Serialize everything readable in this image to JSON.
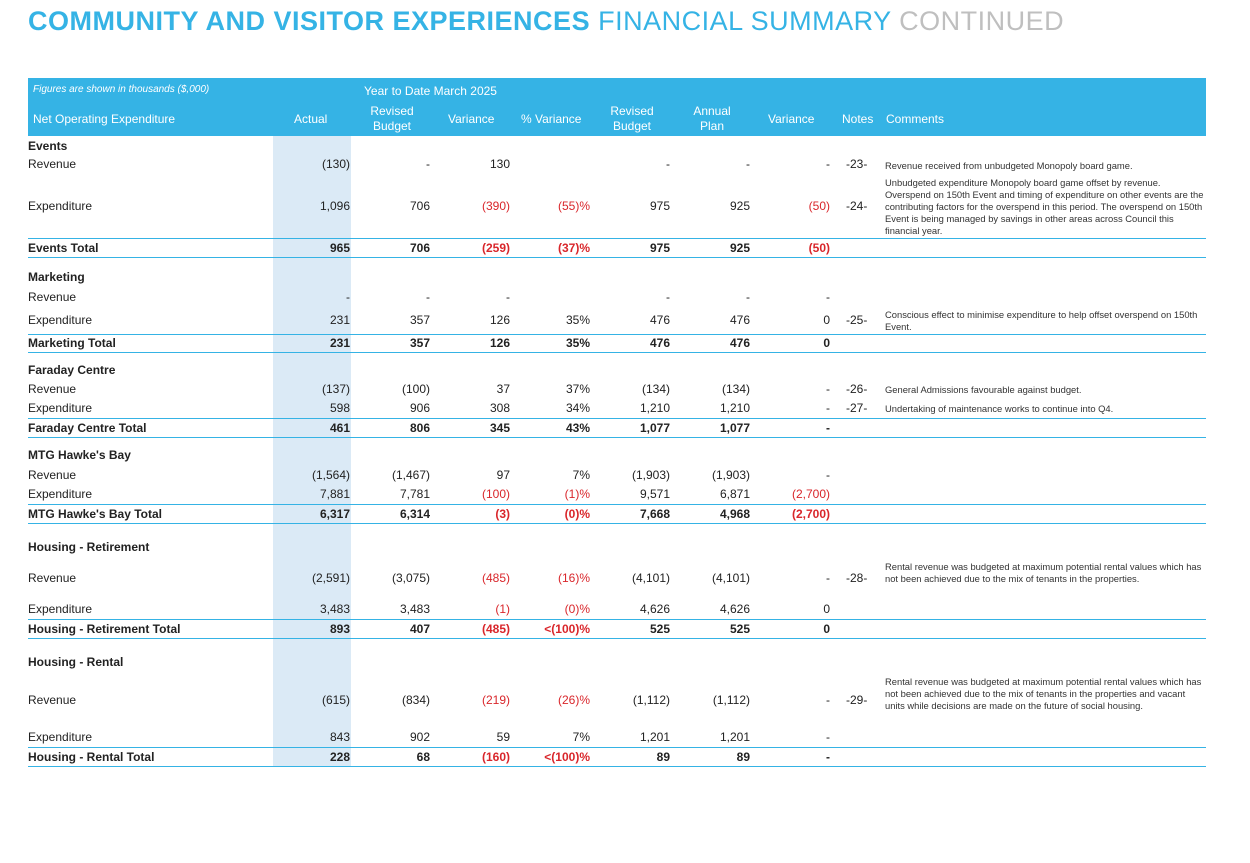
{
  "title": {
    "part1": "COMMUNITY AND VISITOR EXPERIENCES",
    "part2": "FINANCIAL SUMMARY",
    "part3": "CONTINUED"
  },
  "header": {
    "figures_note": "Figures are shown in thousands ($,000)",
    "period": "Year to Date March 2025",
    "net_label": "Net Operating Expenditure",
    "columns": [
      "Actual",
      "Revised Budget",
      "Variance",
      "% Variance",
      "Revised Budget",
      "Annual Plan",
      "Variance",
      "Notes",
      "Comments"
    ]
  },
  "sections": [
    {
      "title": "Events",
      "rows": [
        {
          "label": "Revenue",
          "values": [
            "(130)",
            "-",
            "130",
            "",
            "-",
            "-",
            "-"
          ],
          "note": "-23-",
          "comment": "Revenue received from unbudgeted Monopoly board game."
        },
        {
          "label": "Expenditure",
          "values": [
            "1,096",
            "706",
            "(390)",
            "(55)%",
            "975",
            "925",
            "(50)"
          ],
          "note": "-24-",
          "comment": "Unbudgeted expenditure Monopoly board game offset by revenue. Overspend on 150th Event and timing of expenditure on other events are the contributing factors for the overspend in this period. The overspend on 150th Event is being managed by savings in other areas across Council this financial year."
        }
      ],
      "total": {
        "label": "Events Total",
        "values": [
          "965",
          "706",
          "(259)",
          "(37)%",
          "975",
          "925",
          "(50)"
        ]
      }
    },
    {
      "title": "Marketing",
      "rows": [
        {
          "label": "Revenue",
          "values": [
            "-",
            "-",
            "-",
            "",
            "-",
            "-",
            "-"
          ],
          "note": "",
          "comment": ""
        },
        {
          "label": "Expenditure",
          "values": [
            "231",
            "357",
            "126",
            "35%",
            "476",
            "476",
            "0"
          ],
          "note": "-25-",
          "comment": "Conscious effect to minimise expenditure to help offset overspend on 150th Event."
        }
      ],
      "total": {
        "label": "Marketing Total",
        "values": [
          "231",
          "357",
          "126",
          "35%",
          "476",
          "476",
          "0"
        ]
      }
    },
    {
      "title": "Faraday Centre",
      "rows": [
        {
          "label": "Revenue",
          "values": [
            "(137)",
            "(100)",
            "37",
            "37%",
            "(134)",
            "(134)",
            "-"
          ],
          "note": "-26-",
          "comment": "General Admissions favourable against budget."
        },
        {
          "label": "Expenditure",
          "values": [
            "598",
            "906",
            "308",
            "34%",
            "1,210",
            "1,210",
            "-"
          ],
          "note": "-27-",
          "comment": "Undertaking of maintenance works to continue into Q4."
        }
      ],
      "total": {
        "label": "Faraday Centre Total",
        "values": [
          "461",
          "806",
          "345",
          "43%",
          "1,077",
          "1,077",
          "-"
        ]
      }
    },
    {
      "title": "MTG Hawke's Bay",
      "rows": [
        {
          "label": "Revenue",
          "values": [
            "(1,564)",
            "(1,467)",
            "97",
            "7%",
            "(1,903)",
            "(1,903)",
            "-"
          ],
          "note": "",
          "comment": ""
        },
        {
          "label": "Expenditure",
          "values": [
            "7,881",
            "7,781",
            "(100)",
            "(1)%",
            "9,571",
            "6,871",
            "(2,700)"
          ],
          "note": "",
          "comment": ""
        }
      ],
      "total": {
        "label": "MTG Hawke's Bay Total",
        "values": [
          "6,317",
          "6,314",
          "(3)",
          "(0)%",
          "7,668",
          "4,968",
          "(2,700)"
        ]
      }
    },
    {
      "title": "Housing - Retirement",
      "rows": [
        {
          "label": "Revenue",
          "values": [
            "(2,591)",
            "(3,075)",
            "(485)",
            "(16)%",
            "(4,101)",
            "(4,101)",
            "-"
          ],
          "note": "-28-",
          "comment": "Rental revenue was budgeted at maximum potential rental values which has not been achieved due to the mix of tenants in the properties."
        },
        {
          "label": "Expenditure",
          "values": [
            "3,483",
            "3,483",
            "(1)",
            "(0)%",
            "4,626",
            "4,626",
            "0"
          ],
          "note": "",
          "comment": ""
        }
      ],
      "total": {
        "label": "Housing - Retirement Total",
        "values": [
          "893",
          "407",
          "(485)",
          "<(100)%",
          "525",
          "525",
          "0"
        ]
      }
    },
    {
      "title": "Housing - Rental",
      "rows": [
        {
          "label": "Revenue",
          "values": [
            "(615)",
            "(834)",
            "(219)",
            "(26)%",
            "(1,112)",
            "(1,112)",
            "-"
          ],
          "note": "-29-",
          "comment": "Rental revenue was budgeted at maximum potential rental values which has not been achieved due to the mix of tenants in the properties and vacant units while decisions are made on the future of social housing."
        },
        {
          "label": "Expenditure",
          "values": [
            "843",
            "902",
            "59",
            "7%",
            "1,201",
            "1,201",
            "-"
          ],
          "note": "",
          "comment": ""
        }
      ],
      "total": {
        "label": "Housing - Rental Total",
        "values": [
          "228",
          "68",
          "(160)",
          "<(100)%",
          "89",
          "89",
          "-"
        ]
      }
    }
  ]
}
